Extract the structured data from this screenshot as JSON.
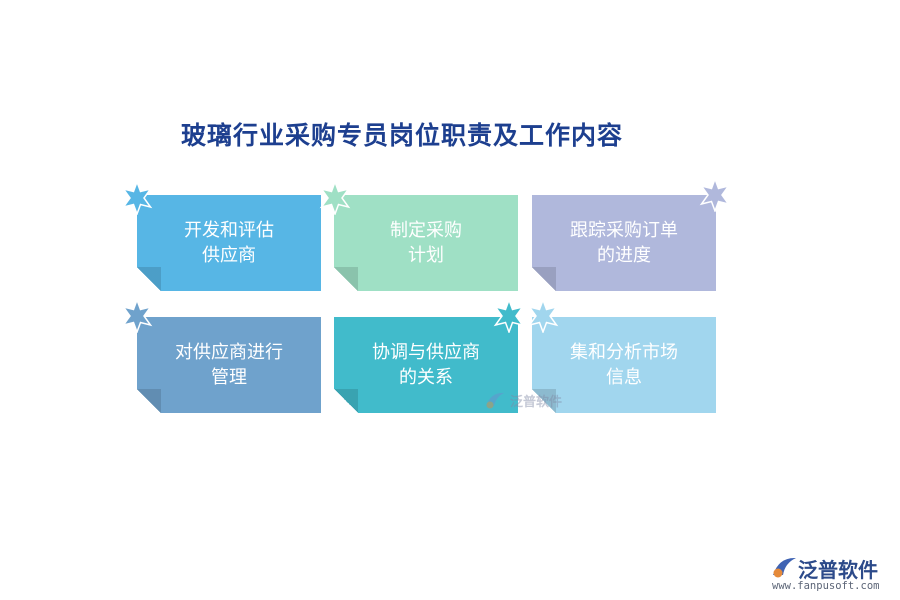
{
  "title": "玻璃行业采购专员岗位职责及工作内容",
  "cards": [
    {
      "text": "开发和评估\n供应商",
      "color": "#57b6e5",
      "star_color": "#57b6e5"
    },
    {
      "text": "制定采购\n计划",
      "color": "#9fe0c5",
      "star_color": "#9fe0c5"
    },
    {
      "text": "跟踪采购订单\n的进度",
      "color": "#b0b8dc",
      "star_color": "#b0b8dc"
    },
    {
      "text": "对供应商进行\n管理",
      "color": "#6fa2cc",
      "star_color": "#6fa2cc"
    },
    {
      "text": "协调与供应商\n的关系",
      "color": "#41bbcb",
      "star_color": "#41bbcb"
    },
    {
      "text": "集和分析市场\n信息",
      "color": "#a1d6ee",
      "star_color": "#a1d6ee"
    }
  ],
  "watermark": {
    "text": "泛普软件"
  },
  "logo": {
    "brand": "泛普软件",
    "url": "www.fanpusoft.com"
  }
}
